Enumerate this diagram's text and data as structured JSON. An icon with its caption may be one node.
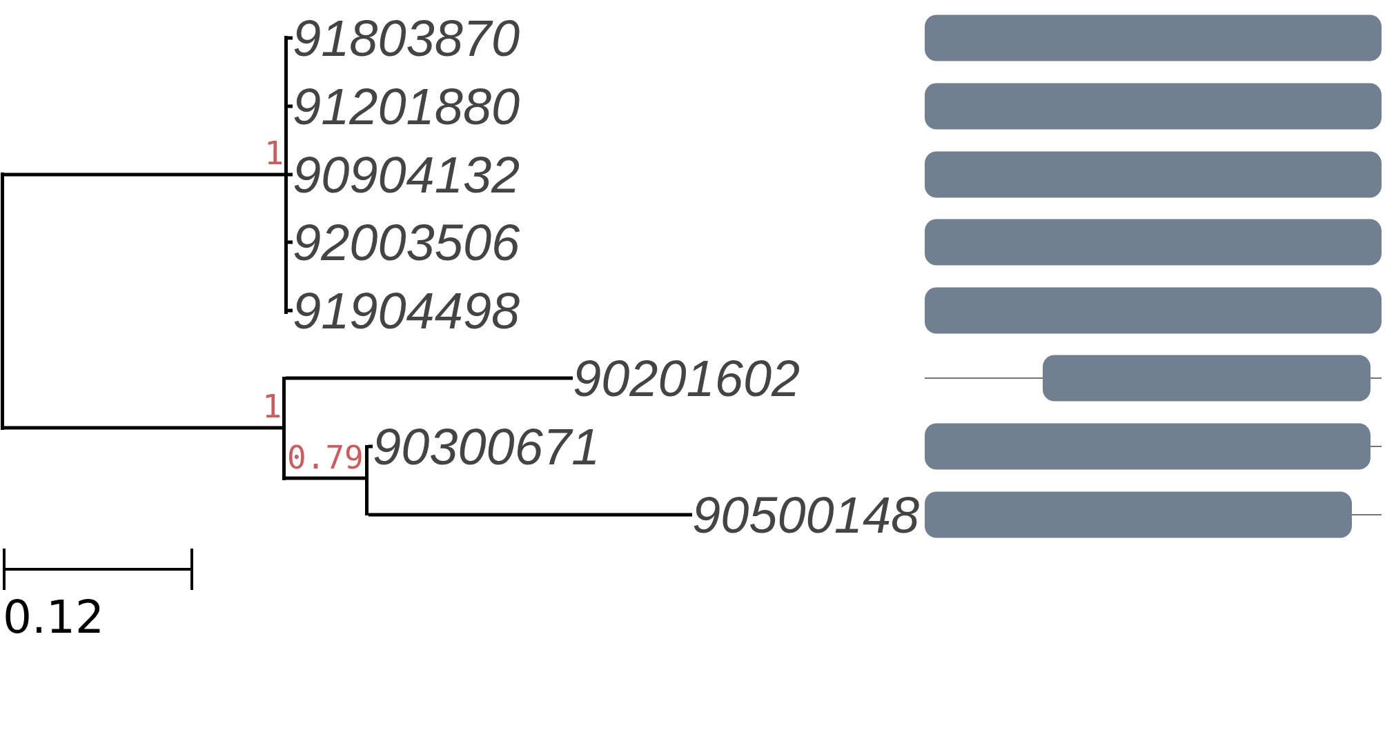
{
  "diagram": {
    "nodes": [
      {
        "text": [],
        "shape": "bar"
      },
      {
        "text": [],
        "shape": "bar",
        "beside": [
          "1"
        ]
      },
      {
        "text": [
          "91803870"
        ]
      },
      {
        "text": [
          "91201880"
        ]
      },
      {
        "text": [
          "90904132"
        ]
      },
      {
        "text": [
          "92003506"
        ]
      },
      {
        "text": [
          "91904498"
        ]
      },
      {
        "text": [],
        "shape": "bar",
        "beside": [
          "1"
        ]
      },
      {
        "text": [
          "90201602"
        ]
      },
      {
        "text": [],
        "shape": "bar",
        "beside": [
          "0.79"
        ]
      },
      {
        "text": [
          "90300671"
        ]
      },
      {
        "text": [
          "90500148"
        ]
      }
    ],
    "edges": [
      {
        "from": 0,
        "to": 1,
        "arrow": "none"
      },
      {
        "from": 0,
        "to": 7,
        "arrow": "none"
      },
      {
        "from": 1,
        "to": 2,
        "arrow": "none"
      },
      {
        "from": 1,
        "to": 3,
        "arrow": "none"
      },
      {
        "from": 1,
        "to": 4,
        "arrow": "none"
      },
      {
        "from": 1,
        "to": 5,
        "arrow": "none"
      },
      {
        "from": 1,
        "to": 6,
        "arrow": "none"
      },
      {
        "from": 7,
        "to": 8,
        "arrow": "none"
      },
      {
        "from": 7,
        "to": 9,
        "arrow": "none"
      },
      {
        "from": 9,
        "to": 10,
        "arrow": "none"
      },
      {
        "from": 9,
        "to": 11,
        "arrow": "none"
      }
    ],
    "labels": [
      "0.12"
    ]
  }
}
